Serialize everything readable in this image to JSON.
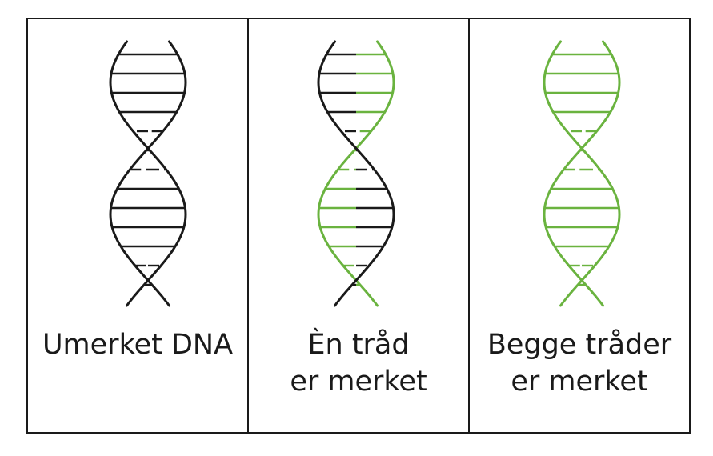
{
  "colors": {
    "border": "#1a1a1a",
    "unlabeled_strand": "#1a1a1a",
    "labeled_strand": "#6ab33f",
    "background": "#ffffff"
  },
  "panels": [
    {
      "lines": [
        "Umerket DNA"
      ],
      "strand_colors": [
        "unlabeled_strand",
        "unlabeled_strand"
      ]
    },
    {
      "lines": [
        "Èn tråd",
        "er merket"
      ],
      "strand_colors": [
        "labeled_strand",
        "unlabeled_strand"
      ]
    },
    {
      "lines": [
        "Begge tråder",
        "er merket"
      ],
      "strand_colors": [
        "labeled_strand",
        "labeled_strand"
      ]
    }
  ]
}
